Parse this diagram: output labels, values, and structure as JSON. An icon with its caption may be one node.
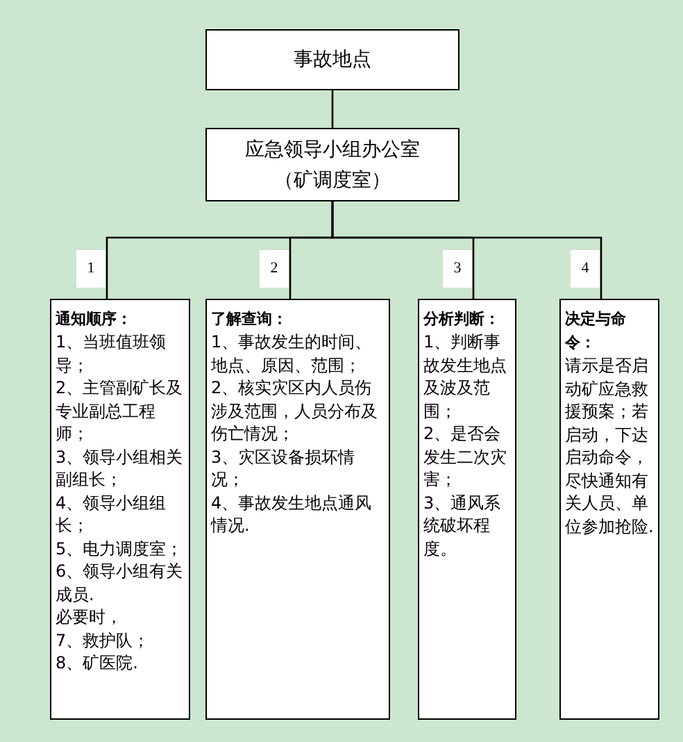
{
  "diagram": {
    "nodes": [
      {
        "text": [
          "事故地点"
        ]
      },
      {
        "text": [
          "应急领导小组办公室",
          "（矿调度室）"
        ]
      },
      {
        "text": [
          "通知顺序：",
          "1、当班值班领导；",
          "2、主管副矿长及专业副总工程师；",
          "3、领导小组相关副组长；",
          "4、领导小组组长；",
          "5、电力调度室；",
          "6、领导小组有关成员.",
          "必要时，",
          "7、救护队；",
          "8、矿医院."
        ],
        "beside": [
          "1"
        ]
      },
      {
        "text": [
          "了解查询：",
          "1、事故发生的时间、地点、原因、范围；",
          "2、核实灾区内人员伤涉及范围，人员分布及伤亡情况；",
          "3、灾区设备损坏情况；",
          "4、事故发生地点通风情况."
        ],
        "beside": [
          "2"
        ]
      },
      {
        "text": [
          "分析判断：",
          "1、判断事故发生地点及波及范围；",
          "2、是否会发生二次灾害；",
          "3、通风系统破坏程度。"
        ],
        "beside": [
          "3"
        ]
      },
      {
        "text": [
          "决定与命令：",
          "请示是否启动矿应急救援预案；若启动，下达启动命令，尽快通知有关人员、单位参加抢险."
        ],
        "beside": [
          "4"
        ]
      }
    ],
    "edges": [
      {
        "from": 0,
        "to": 1,
        "arrow": "none"
      },
      {
        "from": 1,
        "to": 2,
        "arrow": "none"
      },
      {
        "from": 1,
        "to": 3,
        "arrow": "none"
      },
      {
        "from": 1,
        "to": 4,
        "arrow": "none"
      },
      {
        "from": 1,
        "to": 5,
        "arrow": "none"
      }
    ]
  }
}
